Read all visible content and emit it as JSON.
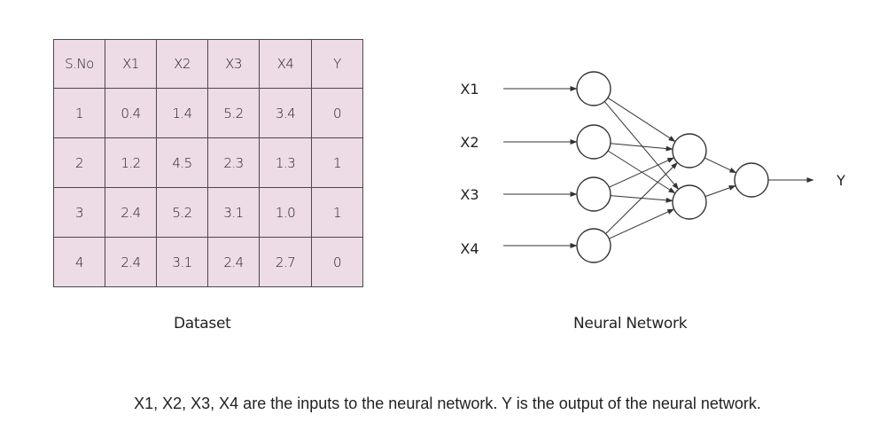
{
  "table": {
    "headers": [
      "S.No",
      "X1",
      "X2",
      "X3",
      "X4",
      "Y"
    ],
    "rows": [
      [
        "1",
        "0.4",
        "1.4",
        "5.2",
        "3.4",
        "0"
      ],
      [
        "2",
        "1.2",
        "4.5",
        "2.3",
        "1.3",
        "1"
      ],
      [
        "3",
        "2.4",
        "5.2",
        "3.1",
        "1.0",
        "1"
      ],
      [
        "4",
        "2.4",
        "3.1",
        "2.4",
        "2.7",
        "0"
      ]
    ],
    "fill_color": "#eddbe6"
  },
  "captions": {
    "dataset": "Dataset",
    "network": "Neural Network"
  },
  "network": {
    "inputs": [
      "X1",
      "X2",
      "X3",
      "X4"
    ],
    "output": "Y",
    "layers": [
      4,
      2,
      1
    ]
  },
  "footer": "X1, X2, X3, X4 are the inputs to the neural network. Y is the output of the neural network."
}
